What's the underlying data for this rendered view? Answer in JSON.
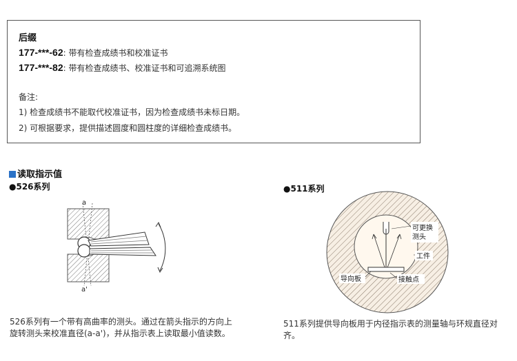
{
  "info_box": {
    "suffix_title": "后缀",
    "suffixes": [
      {
        "code": "177-***-62",
        "desc": ": 带有检查成绩书和校准证书"
      },
      {
        "code": "177-***-82",
        "desc": ": 带有检查成绩书、校准证书和可追溯系统图"
      }
    ],
    "note_title": "备注:",
    "notes": [
      "1) 检查成绩书不能取代校准证书，因为检查成绩书未标日期。",
      "2) 可根据要求，提供描述圆度和圆柱度的详细检查成绩书。"
    ]
  },
  "reading": {
    "title": "读取指示值",
    "left": {
      "subtitle": "●526系列",
      "labels": {
        "top": "a",
        "bottom": "a'"
      },
      "text": "526系列有一个带有高曲率的测头。通过在箭头指示的方向上旋转测头来校准直径(a-a')，并从指示表上读取最小值读数。"
    },
    "right": {
      "subtitle": "●511系列",
      "labels": {
        "probe": "可更换测头",
        "workpiece": "工件",
        "guide": "导向板",
        "contact": "接触点"
      },
      "text": "511系列提供导向板用于内径指示表的测量轴与环规直径对齐。"
    }
  },
  "colors": {
    "accent": "#2a72c7",
    "border": "#555555"
  }
}
